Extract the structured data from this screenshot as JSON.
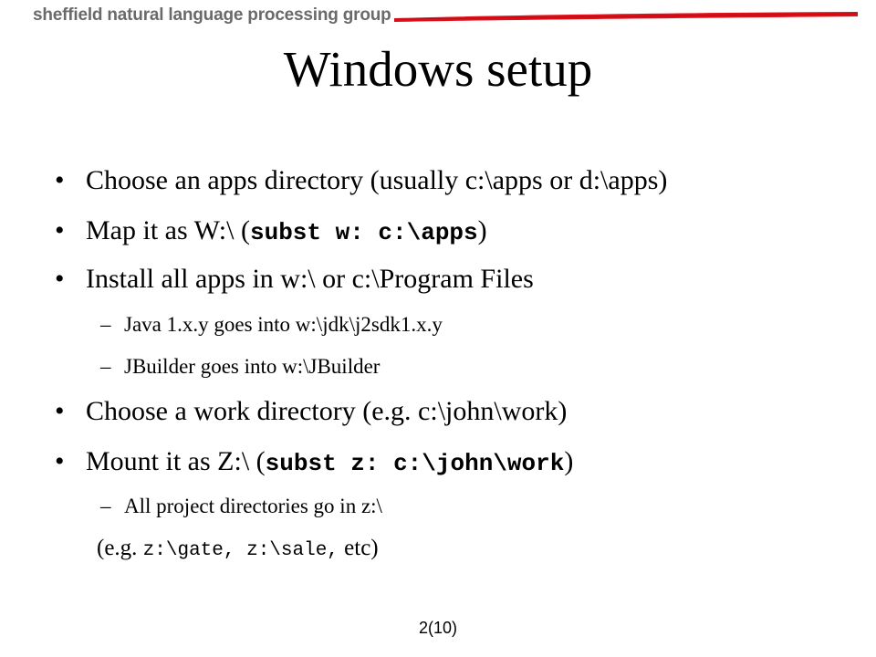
{
  "header": {
    "group_name": "sheffield natural language processing group",
    "accent_color": "#e0101a"
  },
  "title": "Windows setup",
  "bullet_glyph": "•",
  "dash_glyph": "–",
  "items": [
    {
      "text": "Choose an apps directory (usually c:\\apps  or d:\\apps)"
    },
    {
      "pre": "Map it as W:\\ (",
      "code": "subst w: c:\\apps",
      "post": ")"
    },
    {
      "text": "Install all apps in w:\\ or c:\\Program Files"
    },
    {
      "text": "Java 1.x.y goes into w:\\jdk\\j2sdk1.x.y"
    },
    {
      "text": "JBuilder goes into w:\\JBuilder"
    },
    {
      "text": "Choose a work directory (e.g. c:\\john\\work)"
    },
    {
      "pre": "Mount it as Z:\\ (",
      "code": "subst z: c:\\john\\work",
      "post": ")"
    },
    {
      "text": "All project directories go in z:\\"
    },
    {
      "pre": "(e.g. ",
      "code": "z:\\gate, z:\\sale,",
      "post": " etc)"
    }
  ],
  "page_number": "2(10)"
}
